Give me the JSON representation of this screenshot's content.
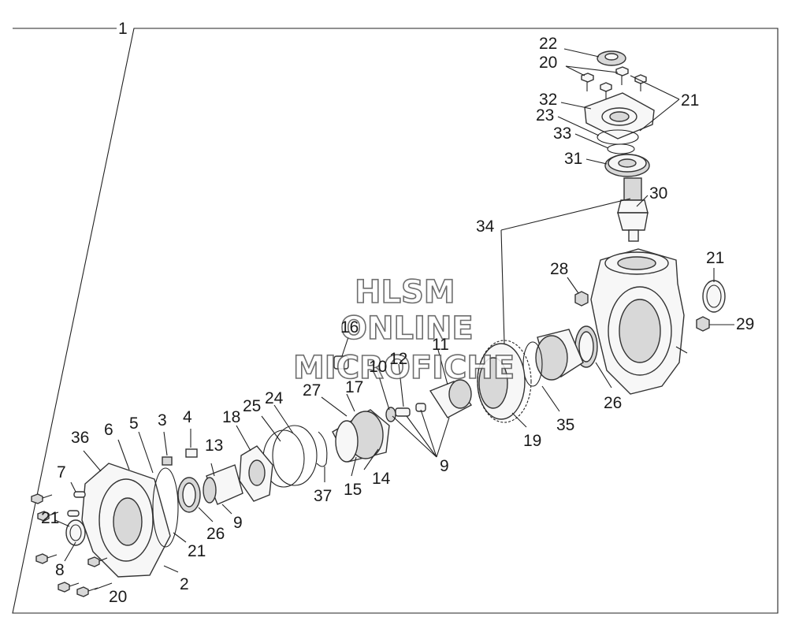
{
  "watermark": {
    "line1": "HLSM",
    "line2": "ONLINE",
    "line3": "MICROFICHE"
  },
  "assembly_number": "1",
  "callouts": [
    {
      "id": "c22",
      "text": "22"
    },
    {
      "id": "c20a",
      "text": "20"
    },
    {
      "id": "c21a",
      "text": "21"
    },
    {
      "id": "c32",
      "text": "32"
    },
    {
      "id": "c23",
      "text": "23"
    },
    {
      "id": "c33",
      "text": "33"
    },
    {
      "id": "c31",
      "text": "31"
    },
    {
      "id": "c30",
      "text": "30"
    },
    {
      "id": "c34",
      "text": "34"
    },
    {
      "id": "c21b",
      "text": "21"
    },
    {
      "id": "c28",
      "text": "28"
    },
    {
      "id": "c29",
      "text": "29"
    },
    {
      "id": "c16",
      "text": "16"
    },
    {
      "id": "c11",
      "text": "11"
    },
    {
      "id": "c10",
      "text": "10"
    },
    {
      "id": "c12",
      "text": "12"
    },
    {
      "id": "c27",
      "text": "27"
    },
    {
      "id": "c17",
      "text": "17"
    },
    {
      "id": "c26a",
      "text": "26"
    },
    {
      "id": "c35",
      "text": "35"
    },
    {
      "id": "c19",
      "text": "19"
    },
    {
      "id": "c25",
      "text": "25"
    },
    {
      "id": "c24",
      "text": "24"
    },
    {
      "id": "c18",
      "text": "18"
    },
    {
      "id": "c9a",
      "text": "9"
    },
    {
      "id": "c14",
      "text": "14"
    },
    {
      "id": "c15",
      "text": "15"
    },
    {
      "id": "c37",
      "text": "37"
    },
    {
      "id": "c36",
      "text": "36"
    },
    {
      "id": "c6",
      "text": "6"
    },
    {
      "id": "c5",
      "text": "5"
    },
    {
      "id": "c3",
      "text": "3"
    },
    {
      "id": "c4",
      "text": "4"
    },
    {
      "id": "c13",
      "text": "13"
    },
    {
      "id": "c7",
      "text": "7"
    },
    {
      "id": "c26b",
      "text": "26"
    },
    {
      "id": "c9b",
      "text": "9"
    },
    {
      "id": "c21c",
      "text": "21"
    },
    {
      "id": "c21d",
      "text": "21"
    },
    {
      "id": "c8",
      "text": "8"
    },
    {
      "id": "c2",
      "text": "2"
    },
    {
      "id": "c20b",
      "text": "20"
    }
  ]
}
